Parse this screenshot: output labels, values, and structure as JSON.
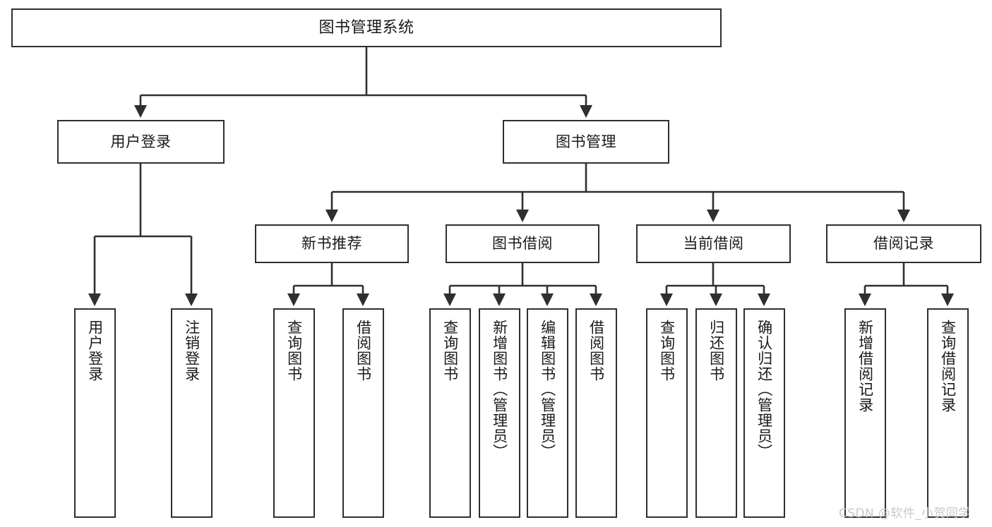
{
  "diagram": {
    "title": "图书管理系统",
    "type": "hierarchy-tree",
    "root": {
      "id": "root",
      "label": "图书管理系统",
      "orientation": "horizontal"
    },
    "level2": [
      {
        "id": "user-login",
        "label": "用户登录",
        "orientation": "horizontal"
      },
      {
        "id": "book-management",
        "label": "图书管理",
        "orientation": "horizontal"
      }
    ],
    "level3": [
      {
        "id": "new-book-recommend",
        "label": "新书推荐",
        "orientation": "horizontal",
        "parent": "book-management"
      },
      {
        "id": "book-borrow",
        "label": "图书借阅",
        "orientation": "horizontal",
        "parent": "book-management"
      },
      {
        "id": "current-borrow",
        "label": "当前借阅",
        "orientation": "horizontal",
        "parent": "book-management"
      },
      {
        "id": "borrow-record",
        "label": "借阅记录",
        "orientation": "horizontal",
        "parent": "book-management"
      }
    ],
    "leaves": [
      {
        "id": "leaf-user-login",
        "label": "用户登录",
        "orientation": "vertical",
        "parent": "user-login"
      },
      {
        "id": "leaf-user-logout",
        "label": "注销登录",
        "orientation": "vertical",
        "parent": "user-login"
      },
      {
        "id": "leaf-query-book-1",
        "label": "查询图书",
        "orientation": "vertical",
        "parent": "new-book-recommend"
      },
      {
        "id": "leaf-borrow-book-1",
        "label": "借阅图书",
        "orientation": "vertical",
        "parent": "new-book-recommend"
      },
      {
        "id": "leaf-query-book-2",
        "label": "查询图书",
        "orientation": "vertical",
        "parent": "book-borrow"
      },
      {
        "id": "leaf-add-book",
        "label": "新增图书（管理员）",
        "orientation": "vertical",
        "parent": "book-borrow"
      },
      {
        "id": "leaf-edit-book",
        "label": "编辑图书（管理员）",
        "orientation": "vertical",
        "parent": "book-borrow"
      },
      {
        "id": "leaf-borrow-book-2",
        "label": "借阅图书",
        "orientation": "vertical",
        "parent": "book-borrow"
      },
      {
        "id": "leaf-query-book-3",
        "label": "查询图书",
        "orientation": "vertical",
        "parent": "current-borrow"
      },
      {
        "id": "leaf-return-book",
        "label": "归还图书",
        "orientation": "vertical",
        "parent": "current-borrow"
      },
      {
        "id": "leaf-confirm-return",
        "label": "确认归还（管理员）",
        "orientation": "vertical",
        "parent": "current-borrow"
      },
      {
        "id": "leaf-add-record",
        "label": "新增借阅记录",
        "orientation": "vertical",
        "parent": "borrow-record"
      },
      {
        "id": "leaf-query-record",
        "label": "查询借阅记录",
        "orientation": "vertical",
        "parent": "borrow-record"
      }
    ],
    "colors": {
      "box_border": "#2f2f2f",
      "box_fill": "#ffffff",
      "connector": "#2f2f2f",
      "text": "#1a1a1a",
      "watermark": "#c8c8c8"
    }
  },
  "watermark": {
    "text": "CSDN @软件_小贺同学"
  }
}
